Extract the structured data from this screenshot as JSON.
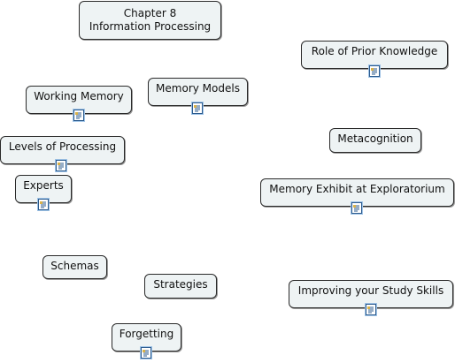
{
  "nodes": {
    "chapter": {
      "line1": "Chapter 8",
      "line2": "Information Processing"
    },
    "prior_knowledge": {
      "label": "Role of Prior Knowledge",
      "icon": "document-icon"
    },
    "working_memory": {
      "label": "Working Memory",
      "icon": "document-icon"
    },
    "memory_models": {
      "label": "Memory Models",
      "icon": "document-icon"
    },
    "levels_of_processing": {
      "label": "Levels of Processing",
      "icon": "document-icon"
    },
    "metacognition": {
      "label": "Metacognition"
    },
    "experts": {
      "label": "Experts",
      "icon": "document-icon"
    },
    "memory_exhibit": {
      "label": "Memory Exhibit at Exploratorium",
      "icon": "document-icon"
    },
    "schemas": {
      "label": "Schemas"
    },
    "strategies": {
      "label": "Strategies"
    },
    "study_skills": {
      "label": "Improving your Study Skills",
      "icon": "document-icon"
    },
    "forgetting": {
      "label": "Forgetting",
      "icon": "document-icon"
    }
  },
  "colors": {
    "node_fill": "#eef3f4",
    "node_border": "#2a2a2a",
    "icon_border": "#2c5b8e"
  }
}
